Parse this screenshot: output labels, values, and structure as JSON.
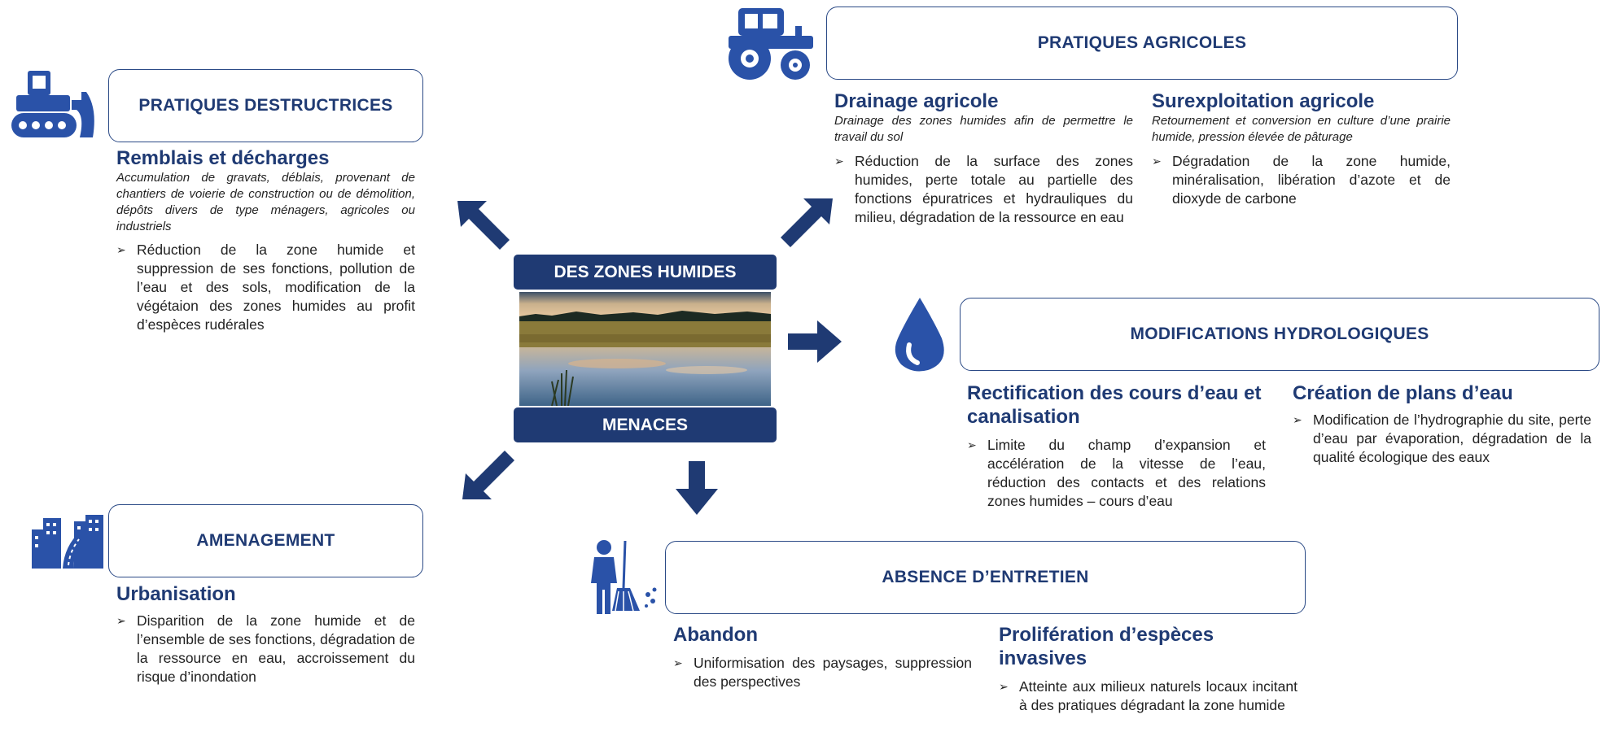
{
  "center": {
    "top_label": "DES ZONES HUMIDES",
    "bottom_label": "MENACES"
  },
  "destructrices": {
    "header": "PRATIQUES DESTRUCTRICES",
    "icon": "bulldozer-icon",
    "item": {
      "title": "Remblais et décharges",
      "desc": "Accumulation de gravats, déblais, provenant de chantiers de voierie de construction ou de démolition, dépôts divers de type ménagers, agricoles ou industriels",
      "bullet": "Réduction de la zone humide et suppression de ses fonctions, pollution de l’eau et des sols, modification de la végétaion des zones humides au profit d’espèces rudérales"
    }
  },
  "agricoles": {
    "header": "PRATIQUES AGRICOLES",
    "icon": "tractor-icon",
    "items": [
      {
        "title": "Drainage agricole",
        "desc": "Drainage des zones humides afin de permettre le travail du sol",
        "bullet": "Réduction de la surface des zones humides, perte totale au partielle des fonctions épuratrices et hydrauliques du milieu, dégradation de la ressource en eau"
      },
      {
        "title": "Surexploitation agricole",
        "desc": "Retournement et conversion en culture d’une prairie humide, pression élevée de pâturage",
        "bullet": "Dégradation de la zone humide, minéralisation, libération d’azote et de dioxyde de carbone"
      }
    ]
  },
  "hydrologiques": {
    "header": "MODIFICATIONS HYDROLOGIQUES",
    "icon": "water-drop-icon",
    "items": [
      {
        "title": "Rectification des cours d’eau et canalisation",
        "bullet": "Limite du champ d’expansion et accélération de la vitesse de l’eau, réduction des contacts et des relations zones humides – cours d’eau"
      },
      {
        "title": "Création de plans d’eau",
        "bullet": "Modification de l’hydrographie du site, perte d’eau par évaporation, dégradation de la qualité écologique des eaux"
      }
    ]
  },
  "amenagement": {
    "header": "AMENAGEMENT",
    "icon": "city-road-icon",
    "item": {
      "title": "Urbanisation",
      "bullet": "Disparition de la zone humide et de l’ensemble de ses fonctions, dégradation de la ressource en eau, accroissement du risque d’inondation"
    }
  },
  "entretien": {
    "header": "ABSENCE D’ENTRETIEN",
    "icon": "sweeper-icon",
    "items": [
      {
        "title": "Abandon",
        "bullet": "Uniformisation des paysages, suppression des perspectives"
      },
      {
        "title": "Prolifération d’espèces invasives",
        "bullet": "Atteinte aux milieux naturels locaux incitant à des pratiques dégradant la zone humide"
      }
    ]
  },
  "colors": {
    "navy": "#1f3a73",
    "icon_blue": "#2a52a8",
    "border": "#2b4a86"
  }
}
